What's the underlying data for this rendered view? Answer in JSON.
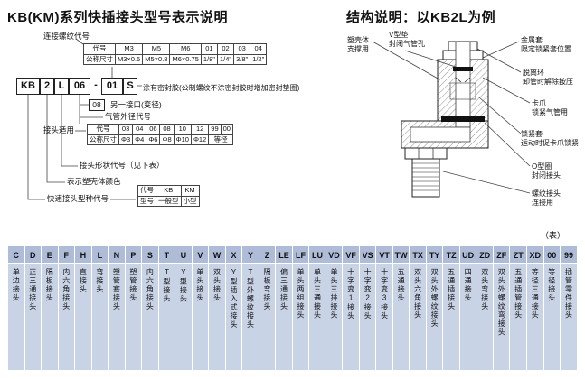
{
  "left": {
    "title": "KB(KM)系列快插接头型号表示说明",
    "model_boxes": [
      "KB",
      "2",
      "L",
      "06",
      "-",
      "01",
      "S"
    ],
    "thread_label": "连接螺纹代号",
    "thread_table": {
      "rows": [
        [
          "代号",
          "M3",
          "M5",
          "M6",
          "01",
          "02",
          "03",
          "04"
        ],
        [
          "公称尺寸",
          "M3×0.5",
          "M5×0.8",
          "M6×0.75",
          "1/8\"",
          "1/4\"",
          "3/8\"",
          "1/2\""
        ]
      ]
    },
    "sealant_note": "涂有密封胶(公制螺纹不涂密封胶时增加密封垫圈)",
    "alt_port_code": "08",
    "alt_port_label": "另一接口(变径)",
    "tube_od_label": "气管外径代号",
    "apply_label": "接头适用",
    "tube_table": {
      "rows": [
        [
          "代号",
          "03",
          "04",
          "06",
          "08",
          "10",
          "12",
          "99",
          "00"
        ],
        [
          "公称尺寸",
          "Φ3",
          "Φ4",
          "Φ6",
          "Φ8",
          "Φ10",
          "Φ12",
          {
            "text": "等径",
            "span": 2
          }
        ]
      ]
    },
    "shape_code_label": "接头形状代号（见下表）",
    "color_label": "表示塑壳体颜色",
    "series_label": "快速接头型种代号",
    "series_table": {
      "rows": [
        [
          "代号",
          "KB",
          "KM"
        ],
        [
          "型号",
          "一般型",
          "小型"
        ]
      ]
    }
  },
  "right": {
    "title": "结构说明：以KB2L为例",
    "table_note": "（表）",
    "labels": [
      {
        "name": "塑壳体",
        "desc": "支撑用"
      },
      {
        "name": "V型垫",
        "desc": "封闭气管孔"
      },
      {
        "name": "金属套",
        "desc": "限定锁紧套位置"
      },
      {
        "name": "脱离环",
        "desc": "卸管时解除按压"
      },
      {
        "name": "卡爪",
        "desc": "锁紧气管用"
      },
      {
        "name": "锁紧套",
        "desc": "运动时促卡爪锁紧"
      },
      {
        "name": "O型圈",
        "desc": "封闭接头"
      },
      {
        "name": "螺纹接头",
        "desc": "连接用"
      }
    ]
  },
  "shape_table": {
    "codes": [
      "C",
      "D",
      "E",
      "F",
      "H",
      "L",
      "N",
      "P",
      "S",
      "T",
      "U",
      "V",
      "W",
      "X",
      "Y",
      "Z",
      "LE",
      "LF",
      "LU",
      "VD",
      "VF",
      "VS",
      "VT",
      "TW",
      "TX",
      "TY",
      "TZ",
      "UD",
      "ZD",
      "ZF",
      "ZT",
      "XD",
      "00",
      "99"
    ],
    "descs": [
      "单边接头",
      "正三通接头",
      "隔板接头",
      "内六角接头",
      "直接头",
      "弯接头",
      "塑管塞接头",
      "塑管接头",
      "内六角接头",
      "T型接头",
      "Y型接头",
      "单头接头",
      "双头接头",
      "Y型插入式接头",
      "T型外螺纹接头",
      "隔板弯接头",
      "偏三通接头",
      "单头两组接头",
      "单头三通接头",
      "单头三排接头",
      "十字变1接头",
      "十字变2接头",
      "十字变3接头",
      "五通接头",
      "双头六角接头",
      "双头外螺纹接头",
      "五通插接头",
      "四通接头",
      "双头弯接头",
      "双头外螺纹弯接头",
      "五通插管接头",
      "等径三通接头",
      "等径接头",
      "插管零件接头"
    ]
  },
  "colors": {
    "table_header_bg": "#aebcd8",
    "table_body_bg": "#c9d3e6",
    "line_color": "#444444"
  }
}
